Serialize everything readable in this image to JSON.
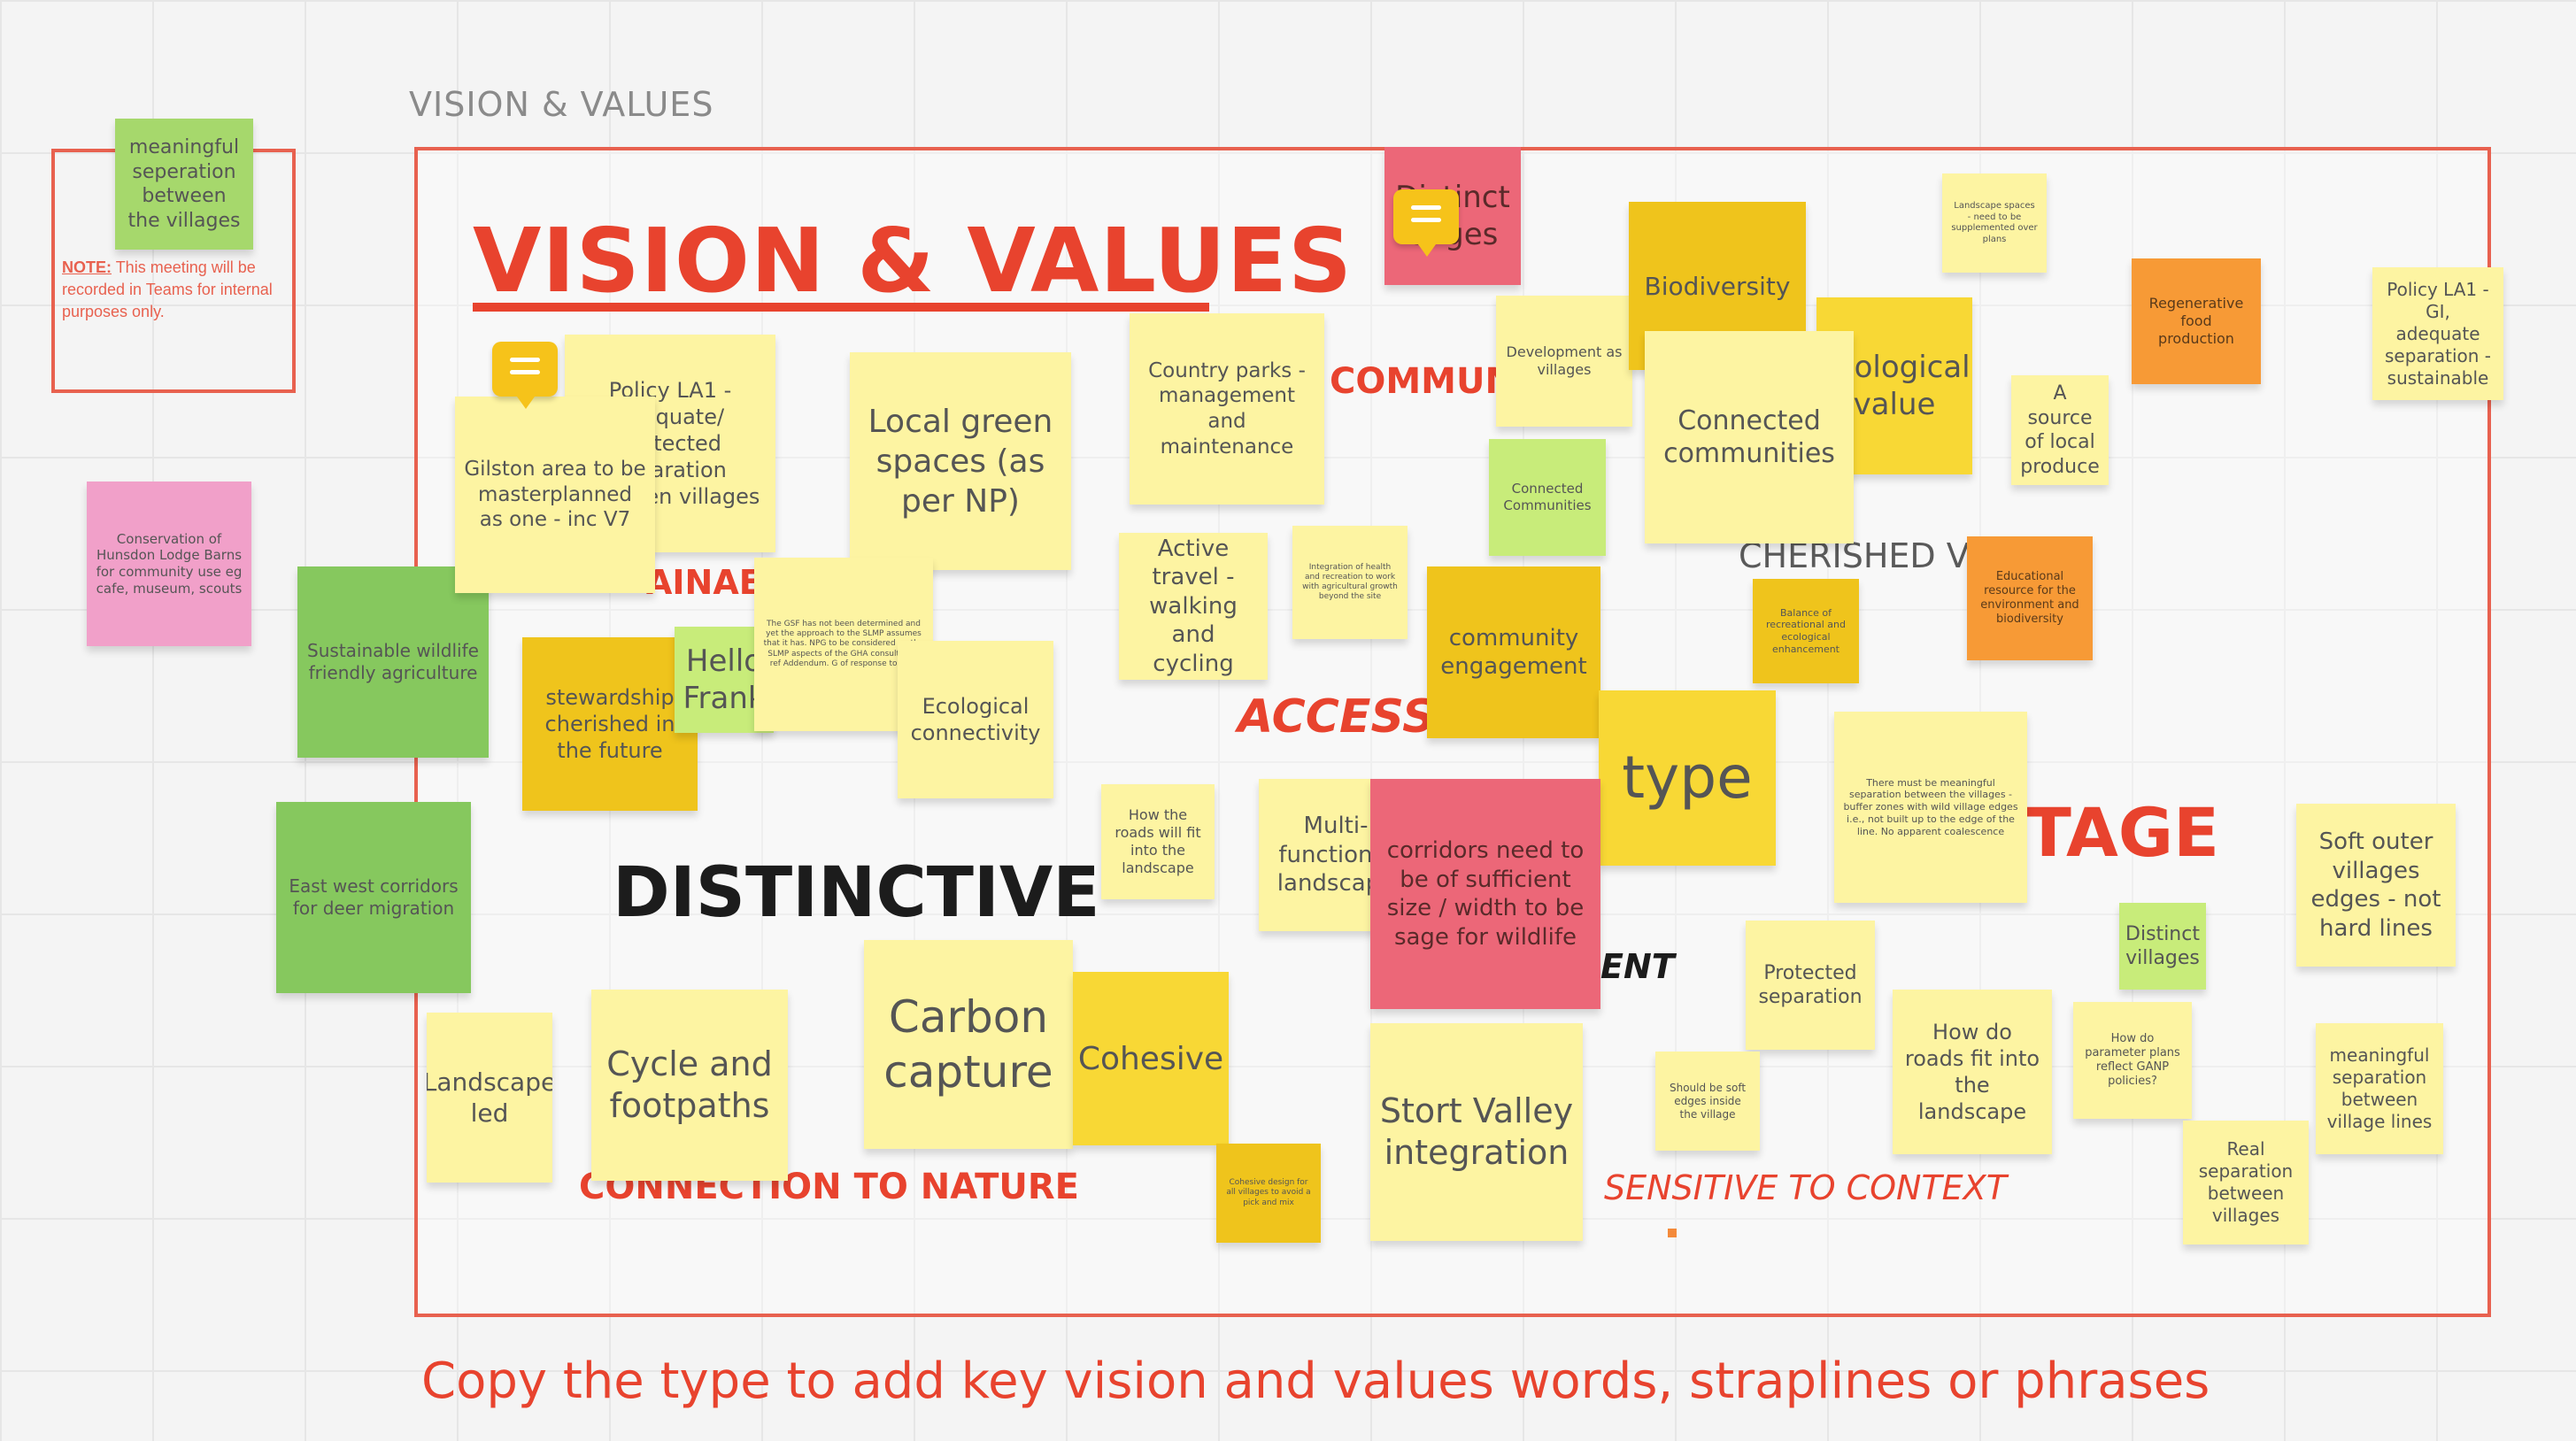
{
  "board": {
    "section_label": "VISION & VALUES",
    "heading": "VISION & VALUES",
    "instruction": "Copy the type to add key vision and values words, straplines or phrases"
  },
  "note": {
    "label": "NOTE:",
    "text": "This meeting will be recorded in Teams for internal purposes only."
  },
  "words": {
    "commun": "COMMUN",
    "ainae": "AINAE",
    "access": "ACCESS",
    "distinctive": "DISTINCTIVE",
    "ent": "ENT",
    "tage": "TAGE",
    "cherished": "CHERISHED VI",
    "sensitive": "SENSITIVE TO CONTEXT",
    "connection": "CONNECTION TO NATURE"
  },
  "stickies": {
    "meaningful_top": "meaningful seperation between the villages",
    "conservation": "Conservation of Hunsdon Lodge Barns for community use eg cafe, museum, scouts",
    "sustainable": "Sustainable wildlife friendly agriculture",
    "eastwest": "East west corridors for deer migration",
    "gilston": "Gilston area to be masterplanned as one - inc V7",
    "policy_la1_a": "Policy LA1 - adequate/ protected separation between villages",
    "local_green": "Local green spaces (as per NP)",
    "country_parks": "Country parks - management and maintenance",
    "distinct_edges": "Distinct edges",
    "development_villages": "Development as villages",
    "biodiversity": "Biodiversity",
    "ecological": "Ecological value",
    "connected": "Connected communities",
    "connected_small": "Connected Communities",
    "tiny_top": "Landscape spaces - need to be supplemented over plans",
    "regenerative": "Regenerative food production",
    "policy_la1_b": "Policy LA1 - GI, adequate separation - sustainable",
    "local_produce": "A source of local produce",
    "educational": "Educational resource for the environment and biodiversity",
    "stewardship": "stewardship cherished in the future",
    "hello": "Hello Frank",
    "gsf": "The GSF has not been determined and yet the approach to the SLMP assumes that it has. NPG to be considered on the SLMP aspects of the GHA consultation ref Addendum. G of response to GHA",
    "eco_conn": "Ecological connectivity",
    "active_travel": "Active travel - walking and cycling",
    "integration": "Integration of health and recreation to work with agricultural growth beyond the site",
    "community_engagement": "community engagement",
    "balance": "Balance of recreational and ecological enhancement",
    "type_sticky": "type",
    "meaningful_long": "There must be meaningful separation between the villages - buffer zones with wild village edges i.e., not built up to the edge of the line. No apparent coalescence",
    "roads_fit_small": "How the roads will fit into the landscape",
    "multi_function": "Multi-functional landscape",
    "corridors": "corridors need to be of sufficient size / width to be sage for wildlife",
    "soft_outer": "Soft outer villages edges - not hard lines",
    "distinct_villages": "Distinct villages",
    "protected_sep": "Protected separation",
    "landscape_led": "Landscape led",
    "cycle": "Cycle and footpaths",
    "carbon": "Carbon capture",
    "cohesive": "Cohesive",
    "stort": "Stort Valley integration",
    "soft_edges": "Should be soft edges inside the village",
    "roads_fit": "How do roads fit into the landscape",
    "parameter": "How do parameter plans reflect GANP policies?",
    "meaningful_lines": "meaningful separation between village lines",
    "real_sep": "Real separation between villages",
    "cohesive_small": "Cohesive design for all villages to avoid a pick and mix"
  },
  "colors": {
    "frame": "#e8614f",
    "heading": "#e8432e",
    "comment_icon": "#f6c31a"
  }
}
